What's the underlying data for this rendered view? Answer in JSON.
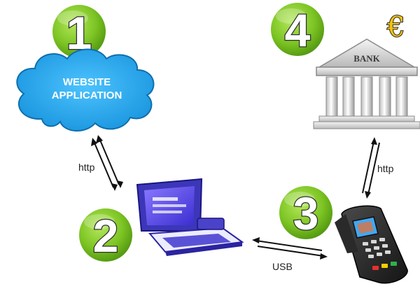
{
  "steps": {
    "step1": "1",
    "step2": "2",
    "step3": "3",
    "step4": "4"
  },
  "cloud": {
    "line1": "WEBSITE",
    "line2": "APPLICATION"
  },
  "bank": {
    "label": "BANK",
    "currency_symbol": "€"
  },
  "connections": {
    "website_computer": "http",
    "computer_terminal": "USB",
    "terminal_bank": "http"
  },
  "colors": {
    "badge_green": "#7cc423",
    "cloud_blue": "#2aa9ef",
    "arrow": "#111111"
  }
}
